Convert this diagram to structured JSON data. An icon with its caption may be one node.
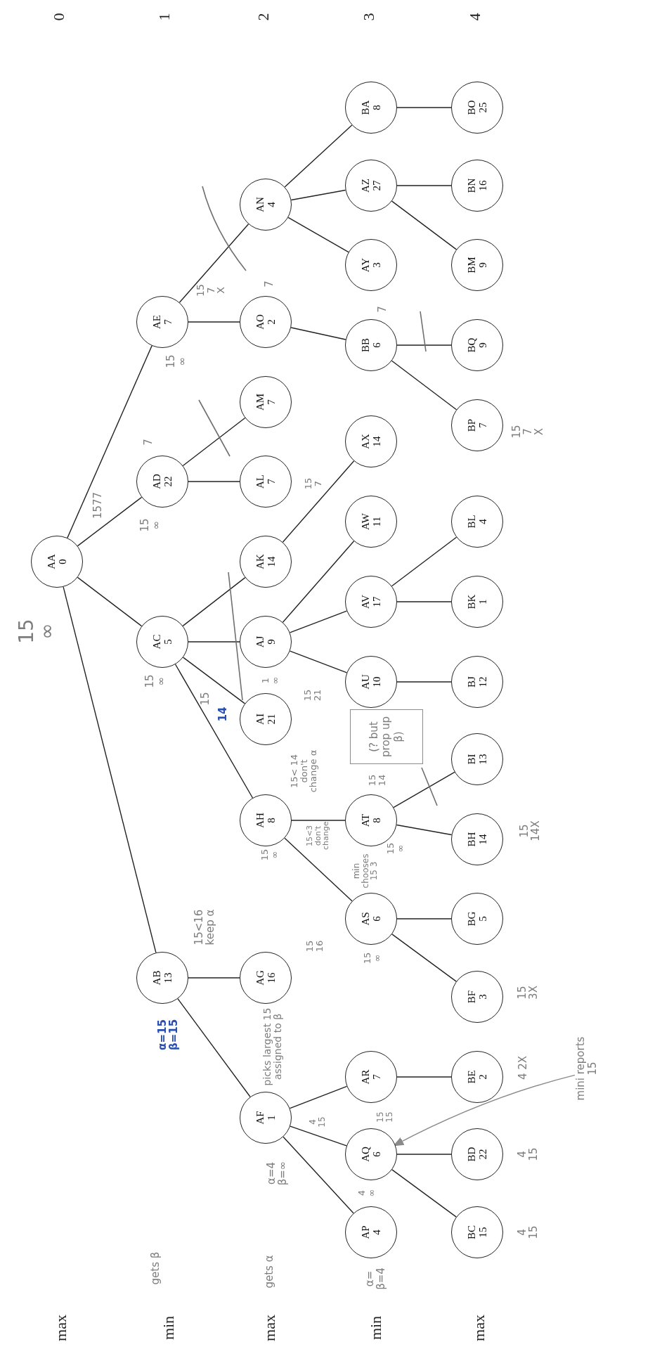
{
  "diagram": {
    "nodes": [
      {
        "text": [
          "AA",
          "0"
        ]
      },
      {
        "text": [
          "AB",
          "13"
        ]
      },
      {
        "text": [
          "AC",
          "5"
        ]
      },
      {
        "text": [
          "AD",
          "22"
        ]
      },
      {
        "text": [
          "AE",
          "7"
        ]
      },
      {
        "text": [
          "AF",
          "1"
        ]
      },
      {
        "text": [
          "AG",
          "16"
        ]
      },
      {
        "text": [
          "AH",
          "8"
        ]
      },
      {
        "text": [
          "AI",
          "21"
        ]
      },
      {
        "text": [
          "AJ",
          "9"
        ]
      },
      {
        "text": [
          "AK",
          "14"
        ]
      },
      {
        "text": [
          "AL",
          "7"
        ]
      },
      {
        "text": [
          "AM",
          "7"
        ]
      },
      {
        "text": [
          "AO",
          "2"
        ]
      },
      {
        "text": [
          "AN",
          "4"
        ]
      },
      {
        "text": [
          "AP",
          "4"
        ]
      },
      {
        "text": [
          "AQ",
          "6"
        ]
      },
      {
        "text": [
          "AR",
          "7"
        ]
      },
      {
        "text": [
          "AS",
          "6"
        ]
      },
      {
        "text": [
          "AT",
          "8"
        ]
      },
      {
        "text": [
          "AU",
          "10"
        ]
      },
      {
        "text": [
          "AV",
          "17"
        ]
      },
      {
        "text": [
          "AW",
          "11"
        ]
      },
      {
        "text": [
          "AX",
          "14"
        ]
      },
      {
        "text": [
          "BB",
          "6"
        ]
      },
      {
        "text": [
          "AY",
          "3"
        ]
      },
      {
        "text": [
          "AZ",
          "27"
        ]
      },
      {
        "text": [
          "BA",
          "8"
        ]
      },
      {
        "text": [
          "BC",
          "15"
        ]
      },
      {
        "text": [
          "BD",
          "22"
        ]
      },
      {
        "text": [
          "BE",
          "2"
        ]
      },
      {
        "text": [
          "BF",
          "3"
        ]
      },
      {
        "text": [
          "BG",
          "5"
        ]
      },
      {
        "text": [
          "BH",
          "14"
        ]
      },
      {
        "text": [
          "BI",
          "13"
        ]
      },
      {
        "text": [
          "BJ",
          "12"
        ]
      },
      {
        "text": [
          "BK",
          "1"
        ]
      },
      {
        "text": [
          "BL",
          "4"
        ]
      },
      {
        "text": [
          "BP",
          "7"
        ]
      },
      {
        "text": [
          "BQ",
          "9"
        ]
      },
      {
        "text": [
          "BM",
          "9"
        ]
      },
      {
        "text": [
          "BN",
          "16"
        ]
      },
      {
        "text": [
          "BO",
          "25"
        ]
      },
      {
        "text": [
          "mini reports 15"
        ]
      },
      {
        "text": [
          "(? but prop up β)"
        ]
      }
    ],
    "edges": [
      {
        "from": 0,
        "to": 1,
        "arrow": "none"
      },
      {
        "from": 0,
        "to": 2,
        "arrow": "none"
      },
      {
        "from": 0,
        "to": 3,
        "arrow": "none"
      },
      {
        "from": 0,
        "to": 4,
        "arrow": "none"
      },
      {
        "from": 1,
        "to": 5,
        "arrow": "none"
      },
      {
        "from": 1,
        "to": 6,
        "arrow": "none"
      },
      {
        "from": 2,
        "to": 7,
        "arrow": "none"
      },
      {
        "from": 2,
        "to": 8,
        "arrow": "none"
      },
      {
        "from": 2,
        "to": 9,
        "arrow": "none"
      },
      {
        "from": 2,
        "to": 10,
        "arrow": "none"
      },
      {
        "from": 3,
        "to": 11,
        "arrow": "none"
      },
      {
        "from": 3,
        "to": 12,
        "arrow": "none"
      },
      {
        "from": 4,
        "to": 13,
        "arrow": "none"
      },
      {
        "from": 4,
        "to": 14,
        "arrow": "none"
      },
      {
        "from": 5,
        "to": 15,
        "arrow": "none"
      },
      {
        "from": 5,
        "to": 16,
        "arrow": "none"
      },
      {
        "from": 5,
        "to": 17,
        "arrow": "none"
      },
      {
        "from": 7,
        "to": 18,
        "arrow": "none"
      },
      {
        "from": 7,
        "to": 19,
        "arrow": "none"
      },
      {
        "from": 9,
        "to": 20,
        "arrow": "none"
      },
      {
        "from": 9,
        "to": 21,
        "arrow": "none"
      },
      {
        "from": 9,
        "to": 22,
        "arrow": "none"
      },
      {
        "from": 10,
        "to": 23,
        "arrow": "none"
      },
      {
        "from": 14,
        "to": 25,
        "arrow": "none"
      },
      {
        "from": 14,
        "to": 26,
        "arrow": "none"
      },
      {
        "from": 14,
        "to": 27,
        "arrow": "none"
      },
      {
        "from": 13,
        "to": 24,
        "arrow": "none"
      },
      {
        "from": 16,
        "to": 28,
        "arrow": "none"
      },
      {
        "from": 16,
        "to": 29,
        "arrow": "none"
      },
      {
        "from": 17,
        "to": 30,
        "arrow": "none"
      },
      {
        "from": 18,
        "to": 31,
        "arrow": "none"
      },
      {
        "from": 18,
        "to": 32,
        "arrow": "none"
      },
      {
        "from": 19,
        "to": 33,
        "arrow": "none"
      },
      {
        "from": 19,
        "to": 34,
        "arrow": "none"
      },
      {
        "from": 20,
        "to": 35,
        "arrow": "none"
      },
      {
        "from": 21,
        "to": 36,
        "arrow": "none"
      },
      {
        "from": 21,
        "to": 37,
        "arrow": "none"
      },
      {
        "from": 26,
        "to": 40,
        "arrow": "none"
      },
      {
        "from": 26,
        "to": 41,
        "arrow": "none"
      },
      {
        "from": 27,
        "to": 42,
        "arrow": "none"
      },
      {
        "from": 24,
        "to": 38,
        "arrow": "none"
      },
      {
        "from": 24,
        "to": 39,
        "arrow": "none"
      },
      {
        "from": 43,
        "to": 16,
        "arrow": "to",
        "color": "#8a8a8a"
      }
    ],
    "labels": [
      "0",
      "15 ∞",
      "max",
      "1577",
      "15 ∞",
      "7",
      "1",
      "min",
      "gets β",
      "15 ∞",
      "α=15 β=15",
      "15<16 keep α",
      "15 ∞",
      "15",
      "14",
      "1 ∞",
      "2",
      "max",
      "gets α",
      "α=4 β=∞",
      "picks largest 15 assigned to β",
      "15 21",
      "15< 14 don't change α",
      "15<3 don't change",
      "15 ∞",
      "4 15",
      "4 ∞",
      "15 15",
      "min",
      "α= β=4",
      "3",
      "15 14",
      "15 ∞",
      "min chooses 15 3",
      "4 2X",
      "15 3X",
      "15 14X",
      "15 7 X",
      "4 15",
      "4 15",
      "15 16",
      "15 7",
      "7",
      "7",
      "4",
      "max",
      "15 ∞",
      "15 7 X"
    ]
  }
}
